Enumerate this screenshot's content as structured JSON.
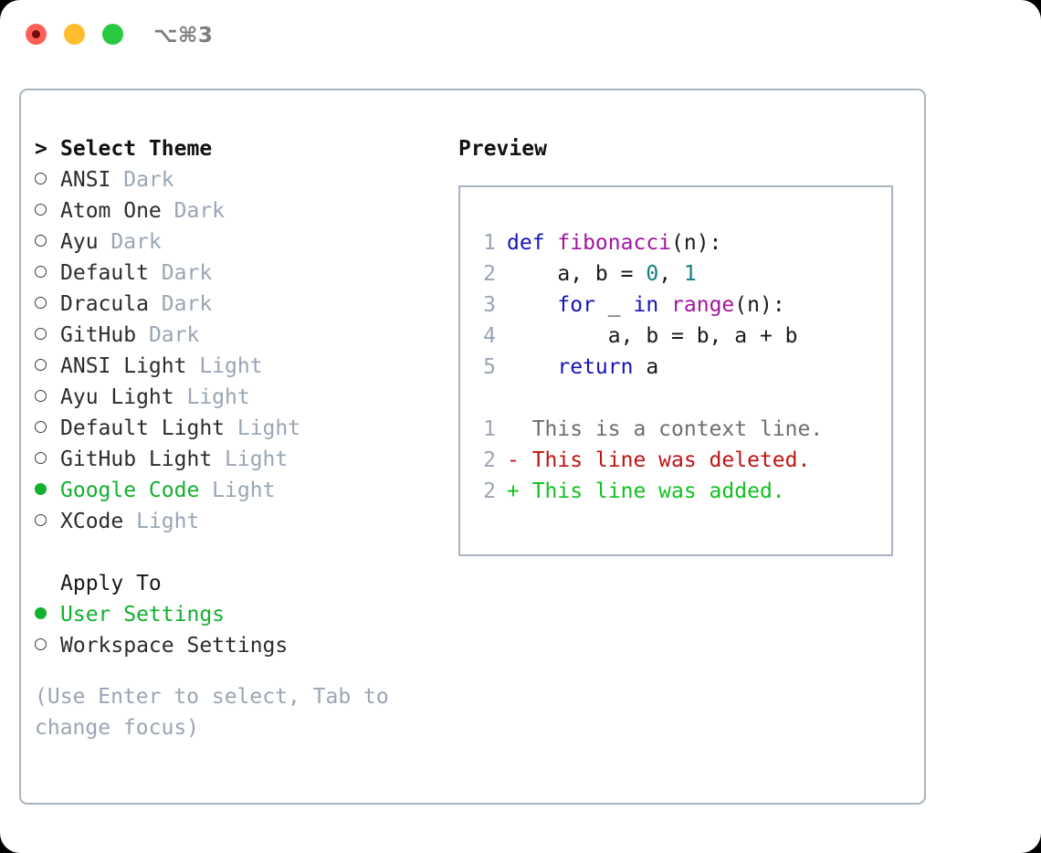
{
  "window": {
    "title": "⌥⌘3",
    "controls": {
      "close_label": "close",
      "minimize_label": "minimize",
      "maximize_label": "maximize"
    }
  },
  "theme_picker": {
    "prompt_marker": ">",
    "header": "Select Theme",
    "selected_dot": "●",
    "empty_dot": "○",
    "selected_color": "#12b02f",
    "muted_color": "#9aa5b5",
    "items": [
      {
        "name": "ANSI",
        "variant": "Dark",
        "selected": false
      },
      {
        "name": "Atom One",
        "variant": "Dark",
        "selected": false
      },
      {
        "name": "Ayu",
        "variant": "Dark",
        "selected": false
      },
      {
        "name": "Default",
        "variant": "Dark",
        "selected": false
      },
      {
        "name": "Dracula",
        "variant": "Dark",
        "selected": false
      },
      {
        "name": "GitHub",
        "variant": "Dark",
        "selected": false
      },
      {
        "name": "ANSI Light",
        "variant": "Light",
        "selected": false
      },
      {
        "name": "Ayu Light",
        "variant": "Light",
        "selected": false
      },
      {
        "name": "Default Light",
        "variant": "Light",
        "selected": false
      },
      {
        "name": "GitHub Light",
        "variant": "Light",
        "selected": false
      },
      {
        "name": "Google Code",
        "variant": "Light",
        "selected": true
      },
      {
        "name": "XCode",
        "variant": "Light",
        "selected": false
      }
    ]
  },
  "apply_to": {
    "header": "Apply To",
    "options": [
      {
        "name": "User Settings",
        "selected": true
      },
      {
        "name": "Workspace Settings",
        "selected": false
      }
    ]
  },
  "hint": "(Use Enter to select, Tab to change focus)",
  "preview": {
    "title": "Preview",
    "code_lines": [
      {
        "lineno": "1",
        "tokens": [
          {
            "text": "def ",
            "type": "kw"
          },
          {
            "text": "fibonacci",
            "type": "fn"
          },
          {
            "text": "(n):",
            "type": "pl"
          }
        ]
      },
      {
        "lineno": "2",
        "tokens": [
          {
            "text": "    a, b = ",
            "type": "pl"
          },
          {
            "text": "0",
            "type": "num"
          },
          {
            "text": ", ",
            "type": "pl"
          },
          {
            "text": "1",
            "type": "num"
          }
        ]
      },
      {
        "lineno": "3",
        "tokens": [
          {
            "text": "    ",
            "type": "pl"
          },
          {
            "text": "for",
            "type": "kw"
          },
          {
            "text": " _ ",
            "type": "pl"
          },
          {
            "text": "in",
            "type": "kw"
          },
          {
            "text": " ",
            "type": "pl"
          },
          {
            "text": "range",
            "type": "fn"
          },
          {
            "text": "(n):",
            "type": "pl"
          }
        ]
      },
      {
        "lineno": "4",
        "tokens": [
          {
            "text": "        a, b = b, a + b",
            "type": "pl"
          }
        ]
      },
      {
        "lineno": "5",
        "tokens": [
          {
            "text": "    ",
            "type": "pl"
          },
          {
            "text": "return",
            "type": "kw"
          },
          {
            "text": " a",
            "type": "pl"
          }
        ]
      }
    ],
    "diff_lines": [
      {
        "lineno": "1",
        "sign": " ",
        "text": "This is a context line.",
        "kind": "ctx"
      },
      {
        "lineno": "2",
        "sign": "-",
        "text": "This line was deleted.",
        "kind": "del"
      },
      {
        "lineno": "2",
        "sign": "+",
        "text": "This line was added.",
        "kind": "add"
      }
    ]
  }
}
